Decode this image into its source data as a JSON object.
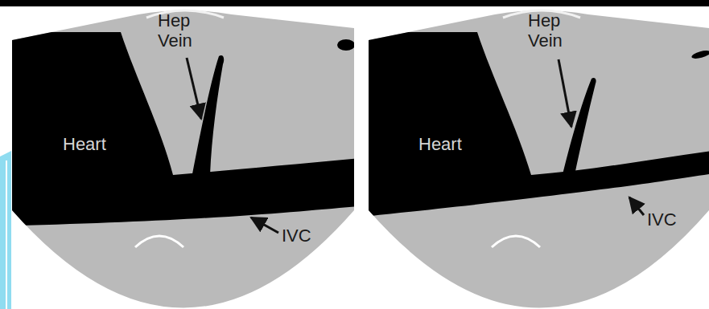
{
  "diagram": {
    "labels": [
      "Hep Vein",
      "Heart",
      "IVC",
      "Hep Vein",
      "Heart",
      "IVC"
    ]
  }
}
